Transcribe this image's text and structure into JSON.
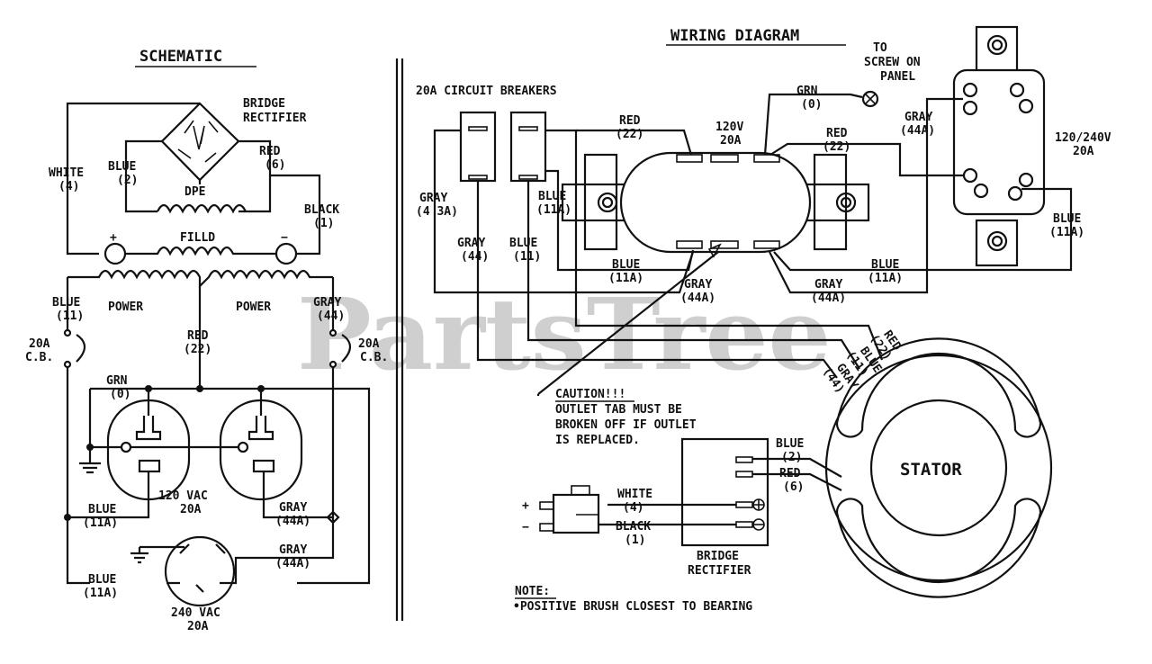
{
  "watermark": "PartsTree",
  "schematic": {
    "title": "SCHEMATIC",
    "bridge_rectifier": [
      "BRIDGE",
      "RECTIFIER"
    ],
    "white": [
      "WHITE",
      "(4)"
    ],
    "blue2": [
      "BLUE",
      "(2)"
    ],
    "red6": [
      "RED",
      "(6)"
    ],
    "dpe": "DPE",
    "black1": [
      "BLACK",
      "(1)"
    ],
    "field": "FILLD",
    "plus": "+",
    "minus": "−",
    "power_left": "POWER",
    "power_right": "POWER",
    "blue11": [
      "BLUE",
      "(11)"
    ],
    "gray44": [
      "GRAY",
      "(44)"
    ],
    "cb_left": [
      "20A",
      "C.B."
    ],
    "cb_right": [
      "20A",
      "C.B."
    ],
    "red22": [
      "RED",
      "(22)"
    ],
    "grn0": [
      "GRN",
      "(0)"
    ],
    "vac120": [
      "120 VAC",
      "20A"
    ],
    "blue11a_1": [
      "BLUE",
      "(11A)"
    ],
    "gray44a_1": [
      "GRAY",
      "(44A)"
    ],
    "gray44a_2": [
      "GRAY",
      "(44A)"
    ],
    "blue11a_2": [
      "BLUE",
      "(11A)"
    ],
    "vac240": [
      "240 VAC",
      "20A"
    ]
  },
  "wiring": {
    "title": "WIRING DIAGRAM",
    "breakers": "20A CIRCUIT BREAKERS",
    "to_screw": [
      "TO",
      "SCREW ON",
      "PANEL"
    ],
    "grn0": [
      "GRN",
      "(0)"
    ],
    "red22_left": [
      "RED",
      "(22)"
    ],
    "v120": [
      "120V",
      "20A"
    ],
    "red22_right": [
      "RED",
      "(22)"
    ],
    "gray44a_top": [
      "GRAY",
      "(44A)"
    ],
    "v120240": [
      "120/240V",
      "20A"
    ],
    "gray43a": [
      "GRAY",
      "(4 3A)"
    ],
    "blue11a_left": [
      "BLUE",
      "(11A)"
    ],
    "gray44": [
      "GRAY",
      "(44)"
    ],
    "blue11": [
      "BLUE",
      "(11)"
    ],
    "blue11a_right": [
      "BLUE",
      "(11A)"
    ],
    "blue11a_mid": [
      "BLUE",
      "(11A)"
    ],
    "gray44a_mid1": [
      "GRAY",
      "(44A)"
    ],
    "gray44a_mid2": [
      "GRAY",
      "(44A)"
    ],
    "blue11a_mid2": [
      "BLUE",
      "(11A)"
    ],
    "stator_leads": [
      "RED",
      "(22)",
      "BLUE",
      "(11)",
      "GRAY",
      "(44)"
    ],
    "caution": [
      "CAUTION!!!",
      "OUTLET TAB MUST BE",
      "BROKEN OFF IF OUTLET",
      "IS REPLACED."
    ],
    "stator": "STATOR",
    "blue2": [
      "BLUE",
      "(2)"
    ],
    "red6": [
      "RED",
      "(6)"
    ],
    "white4": [
      "WHITE",
      "(4)"
    ],
    "black1": [
      "BLACK",
      "(1)"
    ],
    "bridge_rectifier": [
      "BRIDGE",
      "RECTIFIER"
    ],
    "plus": "+",
    "minus": "−",
    "note": "NOTE:",
    "note_text": "•POSITIVE BRUSH CLOSEST TO BEARING"
  }
}
